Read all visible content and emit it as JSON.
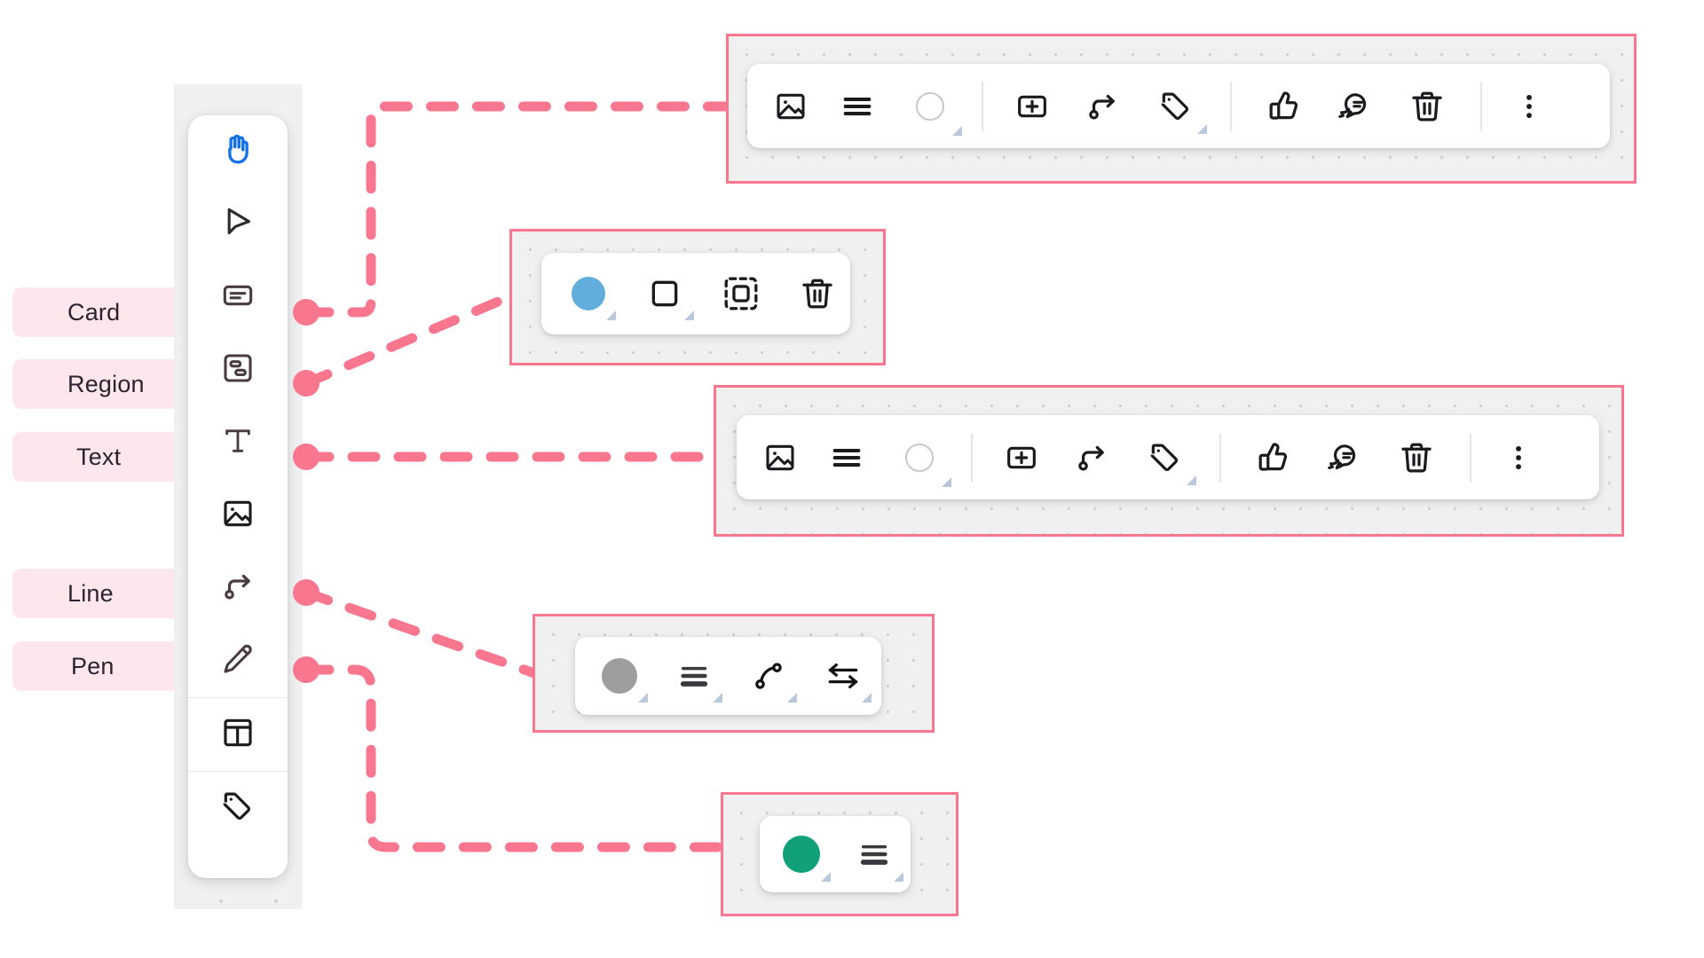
{
  "accent": {
    "pink": "#F9768F",
    "pink_fill": "#FDE6EC",
    "panel_grey": "#F0F0F0",
    "blue_active": "#1270E8",
    "card_blue": "#61AEDC",
    "line_grey": "#9D9D9D",
    "pen_green": "#10A07A",
    "ink": "#2B2B30",
    "corner_hint": "#B9C8DA"
  },
  "sidebar": {
    "name": "tool-sidebar",
    "items": [
      {
        "id": "hand",
        "icon": "hand-icon",
        "active": true,
        "label": ""
      },
      {
        "id": "select",
        "icon": "cursor-icon",
        "active": false,
        "label": ""
      },
      {
        "id": "card",
        "icon": "card-icon",
        "active": false,
        "label": "Card"
      },
      {
        "id": "region",
        "icon": "region-icon",
        "active": false,
        "label": "Region"
      },
      {
        "id": "text",
        "icon": "text-t-icon",
        "active": false,
        "label": "Text"
      },
      {
        "id": "image",
        "icon": "image-icon",
        "active": false,
        "label": ""
      },
      {
        "id": "line",
        "icon": "line-arrow-icon",
        "active": false,
        "label": "Line"
      },
      {
        "id": "pen",
        "icon": "pen-icon",
        "active": false,
        "label": "Pen"
      },
      {
        "id": "layout",
        "icon": "layout-icon",
        "active": false,
        "label": ""
      },
      {
        "id": "tag",
        "icon": "tag-icon",
        "active": false,
        "label": ""
      }
    ]
  },
  "callout_labels": [
    {
      "text": "Card",
      "tool": "card"
    },
    {
      "text": "Region",
      "tool": "region"
    },
    {
      "text": "Text",
      "tool": "text"
    },
    {
      "text": "Line",
      "tool": "line"
    },
    {
      "text": "Pen",
      "tool": "pen"
    }
  ],
  "toolbars": [
    {
      "id": "card-toolbar",
      "source_tool": "Card",
      "groups": [
        {
          "tools": [
            {
              "icon": "image-icon",
              "has_submenu": false
            },
            {
              "icon": "text-lines-icon",
              "has_submenu": false
            },
            {
              "icon": "circle-outline-icon",
              "has_submenu": true
            }
          ]
        },
        {
          "tools": [
            {
              "icon": "add-card-icon",
              "has_submenu": false
            },
            {
              "icon": "line-arrow-icon",
              "has_submenu": false
            },
            {
              "icon": "tag-icon",
              "has_submenu": true
            }
          ]
        },
        {
          "tools": [
            {
              "icon": "thumbs-up-icon",
              "has_submenu": false
            },
            {
              "icon": "comment-icon",
              "has_submenu": false
            },
            {
              "icon": "trash-icon",
              "has_submenu": false
            }
          ]
        },
        {
          "tools": [
            {
              "icon": "more-vertical-icon",
              "has_submenu": false
            }
          ]
        }
      ]
    },
    {
      "id": "region-toolbar",
      "source_tool": "Region",
      "groups": [
        {
          "tools": [
            {
              "icon": "color-swatch-blue-icon",
              "has_submenu": true
            },
            {
              "icon": "square-outline-icon",
              "has_submenu": true
            },
            {
              "icon": "select-frame-icon",
              "has_submenu": false
            },
            {
              "icon": "trash-icon",
              "has_submenu": false
            }
          ]
        }
      ]
    },
    {
      "id": "text-toolbar",
      "source_tool": "Text",
      "groups": [
        {
          "tools": [
            {
              "icon": "image-icon",
              "has_submenu": false
            },
            {
              "icon": "text-lines-icon",
              "has_submenu": false
            },
            {
              "icon": "circle-outline-icon",
              "has_submenu": true
            }
          ]
        },
        {
          "tools": [
            {
              "icon": "add-card-icon",
              "has_submenu": false
            },
            {
              "icon": "line-arrow-icon",
              "has_submenu": false
            },
            {
              "icon": "tag-icon",
              "has_submenu": true
            }
          ]
        },
        {
          "tools": [
            {
              "icon": "thumbs-up-icon",
              "has_submenu": false
            },
            {
              "icon": "comment-icon",
              "has_submenu": false
            },
            {
              "icon": "trash-icon",
              "has_submenu": false
            }
          ]
        },
        {
          "tools": [
            {
              "icon": "more-vertical-icon",
              "has_submenu": false
            }
          ]
        }
      ]
    },
    {
      "id": "line-toolbar",
      "source_tool": "Line",
      "groups": [
        {
          "tools": [
            {
              "icon": "color-swatch-grey-icon",
              "has_submenu": true
            },
            {
              "icon": "stroke-weight-icon",
              "has_submenu": true
            },
            {
              "icon": "curve-icon",
              "has_submenu": true
            },
            {
              "icon": "arrow-direction-icon",
              "has_submenu": true
            }
          ]
        }
      ]
    },
    {
      "id": "pen-toolbar",
      "source_tool": "Pen",
      "groups": [
        {
          "tools": [
            {
              "icon": "color-swatch-green-icon",
              "has_submenu": true
            },
            {
              "icon": "stroke-weight-icon",
              "has_submenu": true
            }
          ]
        }
      ]
    }
  ]
}
